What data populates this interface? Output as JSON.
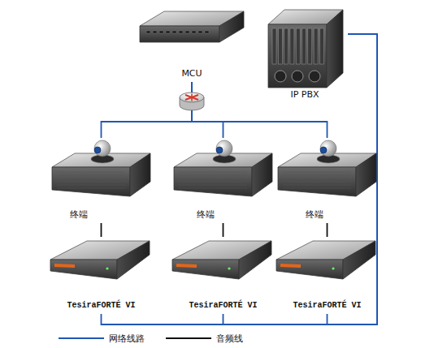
{
  "diagram": {
    "nodes": [
      {
        "text": [
          "MCU"
        ]
      },
      {
        "text": [
          "IP PBX"
        ]
      },
      {
        "text": [
          "终端"
        ]
      },
      {
        "text": [
          "终端"
        ]
      },
      {
        "text": [
          "终端"
        ]
      },
      {
        "text": [
          "TesiraFORTÉ VI"
        ]
      },
      {
        "text": [
          "TesiraFORTÉ VI"
        ]
      },
      {
        "text": [
          "TesiraFORTÉ VI"
        ]
      }
    ],
    "edges": [
      {
        "from": 0,
        "to": 2,
        "arrow": "none"
      },
      {
        "from": 0,
        "to": 3,
        "arrow": "none"
      },
      {
        "from": 0,
        "to": 4,
        "arrow": "none"
      },
      {
        "from": 2,
        "to": 5,
        "arrow": "none"
      },
      {
        "from": 3,
        "to": 6,
        "arrow": "none"
      },
      {
        "from": 4,
        "to": 7,
        "arrow": "none"
      },
      {
        "from": 5,
        "to": 1,
        "arrow": "none"
      },
      {
        "from": 6,
        "to": 1,
        "arrow": "none"
      },
      {
        "from": 7,
        "to": 1,
        "arrow": "none"
      }
    ],
    "legend": [
      {
        "text": "网络线路"
      },
      {
        "text": "音频线"
      }
    ]
  }
}
